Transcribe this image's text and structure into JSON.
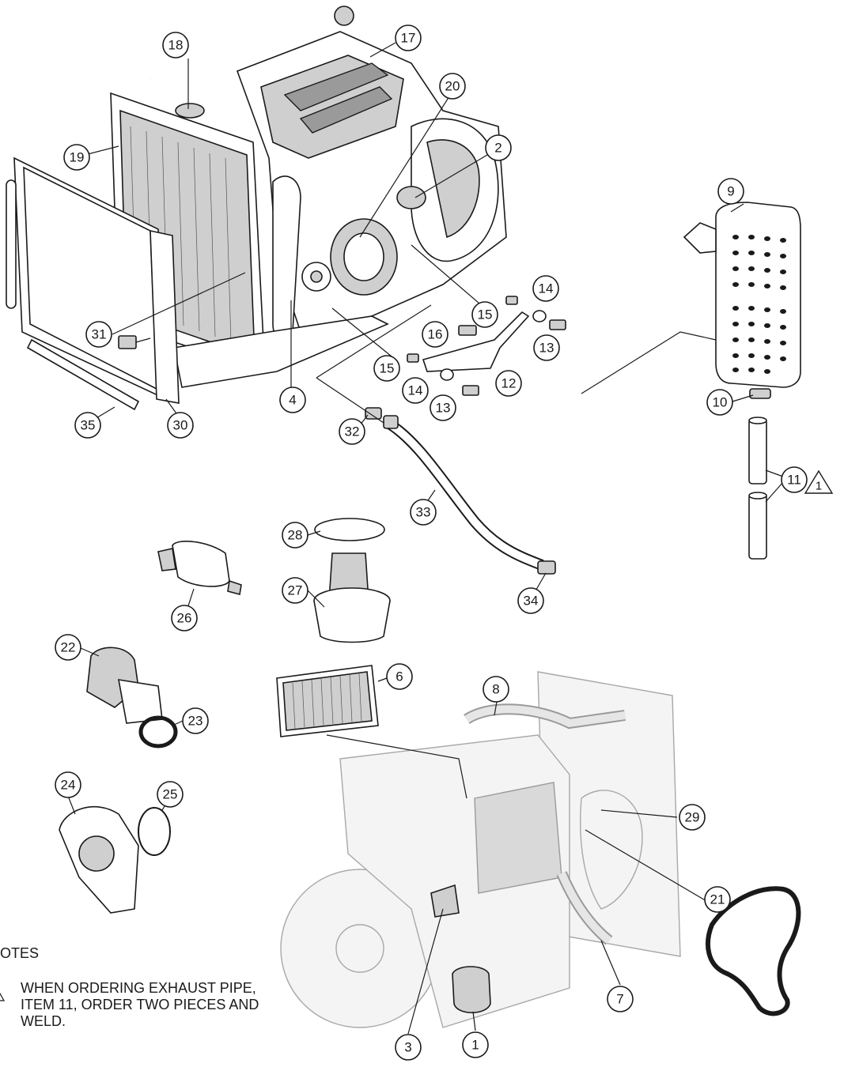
{
  "diagram": {
    "callouts": [
      "1",
      "2",
      "3",
      "4",
      "6",
      "7",
      "8",
      "9",
      "10",
      "11",
      "12",
      "13",
      "13",
      "14",
      "14",
      "15",
      "15",
      "16",
      "17",
      "18",
      "19",
      "20",
      "21",
      "22",
      "23",
      "24",
      "25",
      "26",
      "27",
      "28",
      "29",
      "30",
      "31",
      "32",
      "33",
      "34",
      "35"
    ],
    "note_flag": "1"
  },
  "notes": {
    "heading": "OTES",
    "note_1": "WHEN ORDERING EXHAUST PIPE, ITEM 11, ORDER TWO PIECES AND WELD."
  },
  "colors": {
    "ink": "#1a1a1a",
    "ghost": "#a8a8a8"
  }
}
